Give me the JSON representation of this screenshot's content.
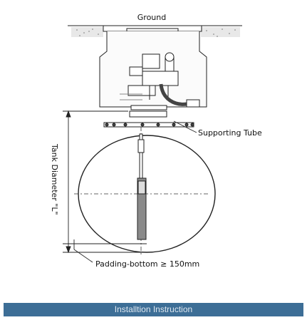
{
  "diagram": {
    "ground_label": "Ground",
    "tube_label": "Supporting Tube",
    "diameter_label": "Tank Diameter \"L\"",
    "padding_label": "Padding-bottom ≥ 150mm"
  },
  "caption": "Installtion Instruction"
}
